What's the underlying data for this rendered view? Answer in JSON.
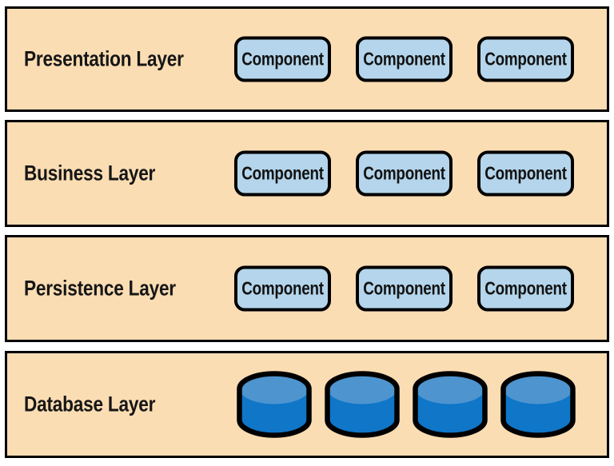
{
  "diagram": {
    "kind": "layered-architecture-diagram",
    "component_label": "Component",
    "colors": {
      "background": "#FFFFFF",
      "layer_fill": "#FBDDB3",
      "layer_border": "#000000",
      "component_fill": "#B4D5EB",
      "component_border": "#000000",
      "cylinder_top_face": "#4E94CF",
      "cylinder_body": "#0F76C8",
      "cylinder_outline": "#000000",
      "text": "#161616"
    },
    "layers": [
      {
        "label": "Presentation Layer",
        "components": [
          "Component",
          "Component",
          "Component"
        ]
      },
      {
        "label": "Business Layer",
        "components": [
          "Component",
          "Component",
          "Component"
        ]
      },
      {
        "label": "Persistence Layer",
        "components": [
          "Component",
          "Component",
          "Component"
        ]
      },
      {
        "label": "Database Layer",
        "database_count": 4,
        "database_icon": "database-cylinder-icon"
      }
    ]
  }
}
